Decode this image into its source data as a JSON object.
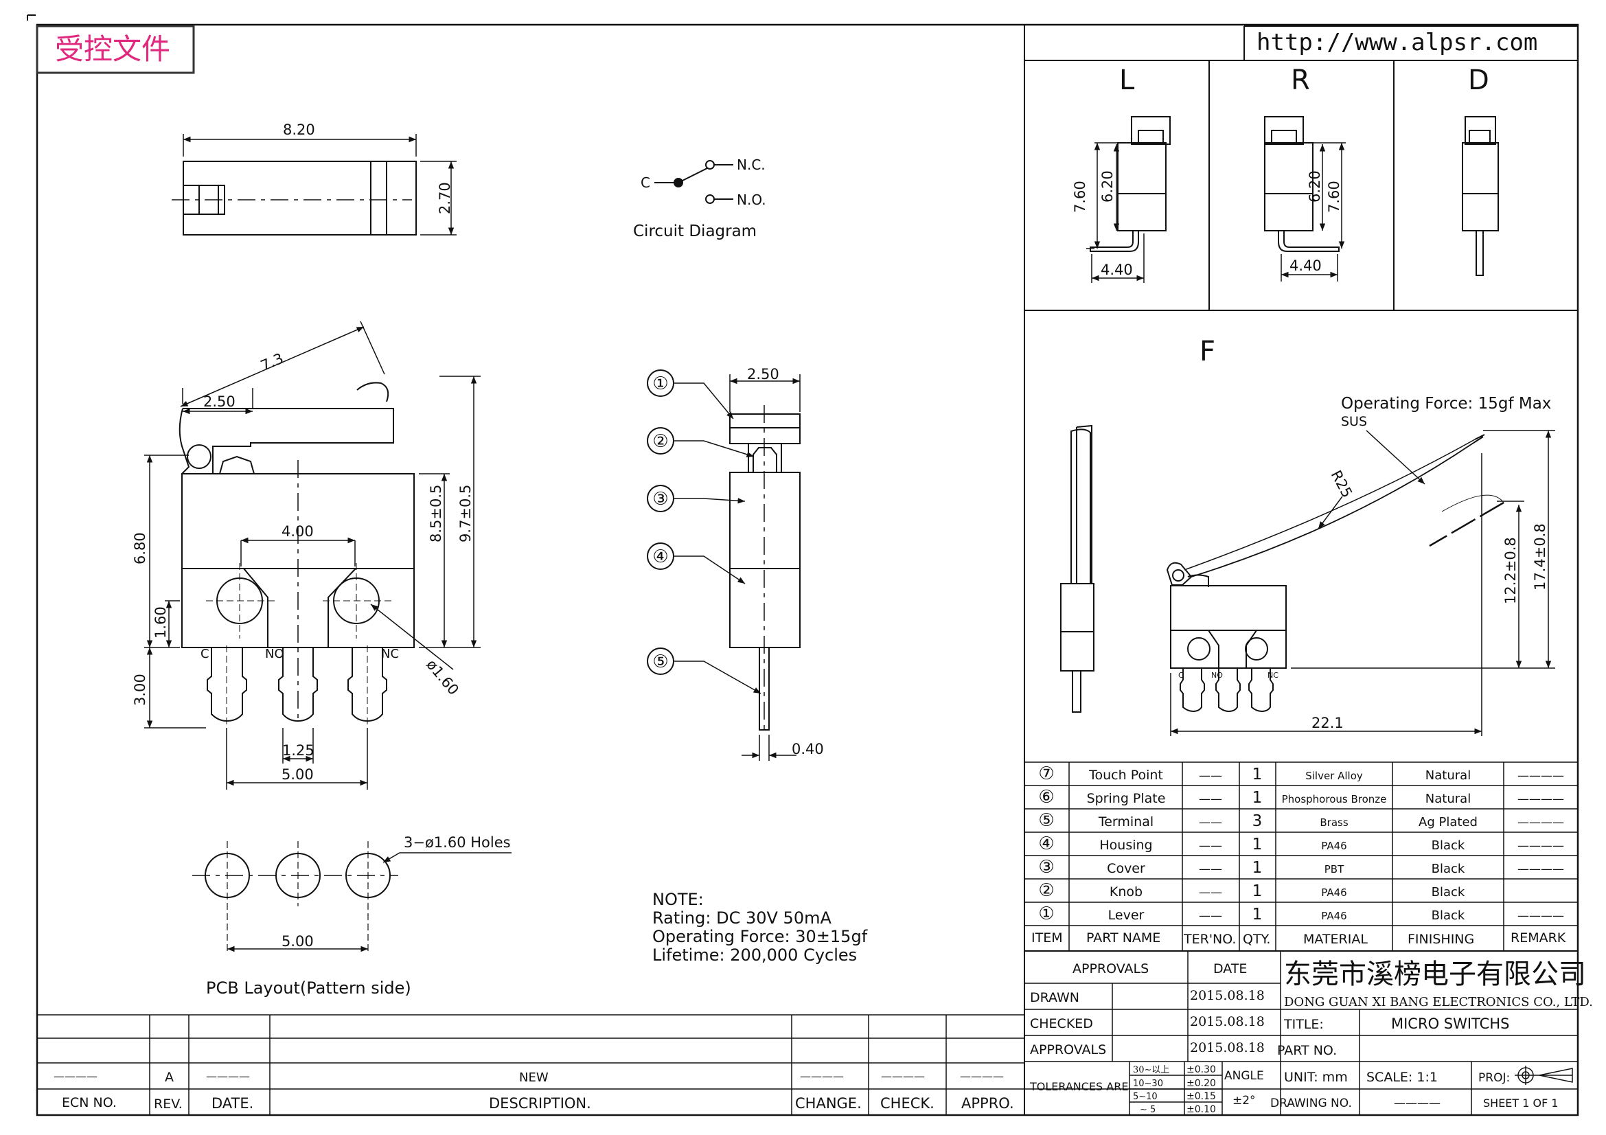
{
  "stamp": "受控文件",
  "website": "http://www.alpsr.com",
  "views": {
    "L": "L",
    "R": "R",
    "D": "D",
    "F": "F"
  },
  "dims": {
    "top_width": "8.20",
    "top_height": "2.70",
    "lever_len": "7.3",
    "lever_pivot": "2.50",
    "body_h1": "8.5±0.5",
    "body_h2": "9.7±0.5",
    "left_h": "6.80",
    "hole_h": "1.60",
    "hole_span": "4.00",
    "hole_dia": "ø1.60",
    "term_len": "3.00",
    "term_w": "1.25",
    "pitch": "5.00",
    "side_w": "2.50",
    "pin_t": "0.40",
    "L_h1": "7.60",
    "L_h2": "6.20",
    "L_w": "4.40",
    "R_h1": "6.20",
    "R_h2": "7.60",
    "R_w": "4.40",
    "F_radius": "R25",
    "F_sus": "SUS",
    "F_force": "Operating Force: 15gf Max",
    "F_h1": "12.2±0.8",
    "F_h2": "17.4±0.8",
    "F_len": "22.1",
    "pcb_holes": "3−ø1.60 Holes",
    "pcb_pitch": "5.00"
  },
  "terminal_labels": {
    "c": "C",
    "no": "NO",
    "nc": "NC"
  },
  "circuit": {
    "c": "C",
    "nc": "N.C.",
    "no": "N.O.",
    "title": "Circuit  Diagram"
  },
  "callouts": [
    "①",
    "②",
    "③",
    "④",
    "⑤"
  ],
  "pcb_title": "PCB Layout(Pattern side)",
  "note": {
    "title": "NOTE:",
    "rating": "Rating: DC 30V 50mA",
    "force": "Operating Force: 30±15gf",
    "life": "Lifetime:   200,000 Cycles"
  },
  "bom_rows": [
    {
      "item": "⑦",
      "name": "Touch Point",
      "ter": "——",
      "qty": "1",
      "mat": "Silver Alloy",
      "fin": "Natural",
      "rem": "————"
    },
    {
      "item": "⑥",
      "name": "Spring Plate",
      "ter": "——",
      "qty": "1",
      "mat": "Phosphorous Bronze",
      "fin": "Natural",
      "rem": "————"
    },
    {
      "item": "⑤",
      "name": "Terminal",
      "ter": "——",
      "qty": "3",
      "mat": "Brass",
      "fin": "Ag Plated",
      "rem": "————"
    },
    {
      "item": "④",
      "name": "Housing",
      "ter": "——",
      "qty": "1",
      "mat": "PA46",
      "fin": "Black",
      "rem": "————"
    },
    {
      "item": "③",
      "name": "Cover",
      "ter": "——",
      "qty": "1",
      "mat": "PBT",
      "fin": "Black",
      "rem": "————"
    },
    {
      "item": "②",
      "name": "Knob",
      "ter": "——",
      "qty": "1",
      "mat": "PA46",
      "fin": "Black",
      "rem": ""
    },
    {
      "item": "①",
      "name": "Lever",
      "ter": "——",
      "qty": "1",
      "mat": "PA46",
      "fin": "Black",
      "rem": "————"
    }
  ],
  "bom_header": {
    "item": "ITEM",
    "name": "PART NAME",
    "ter": "TER'NO.",
    "qty": "QTY.",
    "mat": "MATERIAL",
    "fin": "FINISHING",
    "rem": "REMARK"
  },
  "title_block": {
    "approvals": "APPROVALS",
    "date": "DATE",
    "company_cn": "东莞市溪榜电子有限公司",
    "company_en": "DONG GUAN XI BANG ELECTRONICS CO., LTD.",
    "drawn": "DRAWN",
    "drawn_date": "2015.08.18",
    "checked": "CHECKED",
    "checked_date": "2015.08.18",
    "approvals2": "APPROVALS",
    "approvals_date": "2015.08.18",
    "title_label": "TITLE:",
    "title_value": "MICRO  SWITCHS",
    "partno_label": "PART  NO.",
    "tol_label": "TOLERANCES  ARE",
    "tol_ranges": [
      "30~以上",
      "10~30",
      "5~10",
      "~ 5"
    ],
    "tol_values": [
      "±0.30",
      "±0.20",
      "±0.15",
      "±0.10"
    ],
    "angle_label": "ANGLE",
    "angle_value": "±2°",
    "unit": "UNIT:  mm",
    "scale": "SCALE:    1:1",
    "proj": "PROJ:",
    "drawing_no": "DRAWING  NO.",
    "drawing_no_value": "————",
    "sheet": "SHEET    1  OF  1"
  },
  "revision": {
    "ecn_value": "————",
    "rev_value": "A",
    "date_value": "————",
    "desc_value": "NEW",
    "change_value": "————",
    "check_value": "————",
    "appro_value": "————",
    "ecn": "ECN  NO.",
    "rev": "REV.",
    "date": "DATE.",
    "desc": "DESCRIPTION.",
    "change": "CHANGE.",
    "check": "CHECK.",
    "appro": "APPRO."
  }
}
